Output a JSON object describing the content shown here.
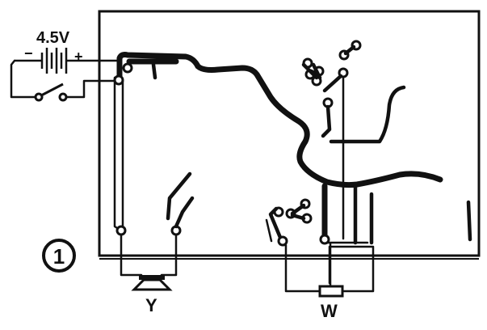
{
  "diagram": {
    "battery_label": "4.5V",
    "battery_minus": "−",
    "battery_plus": "+",
    "figure_number": "1",
    "speaker_label": "Y",
    "resistor_label": "W"
  }
}
